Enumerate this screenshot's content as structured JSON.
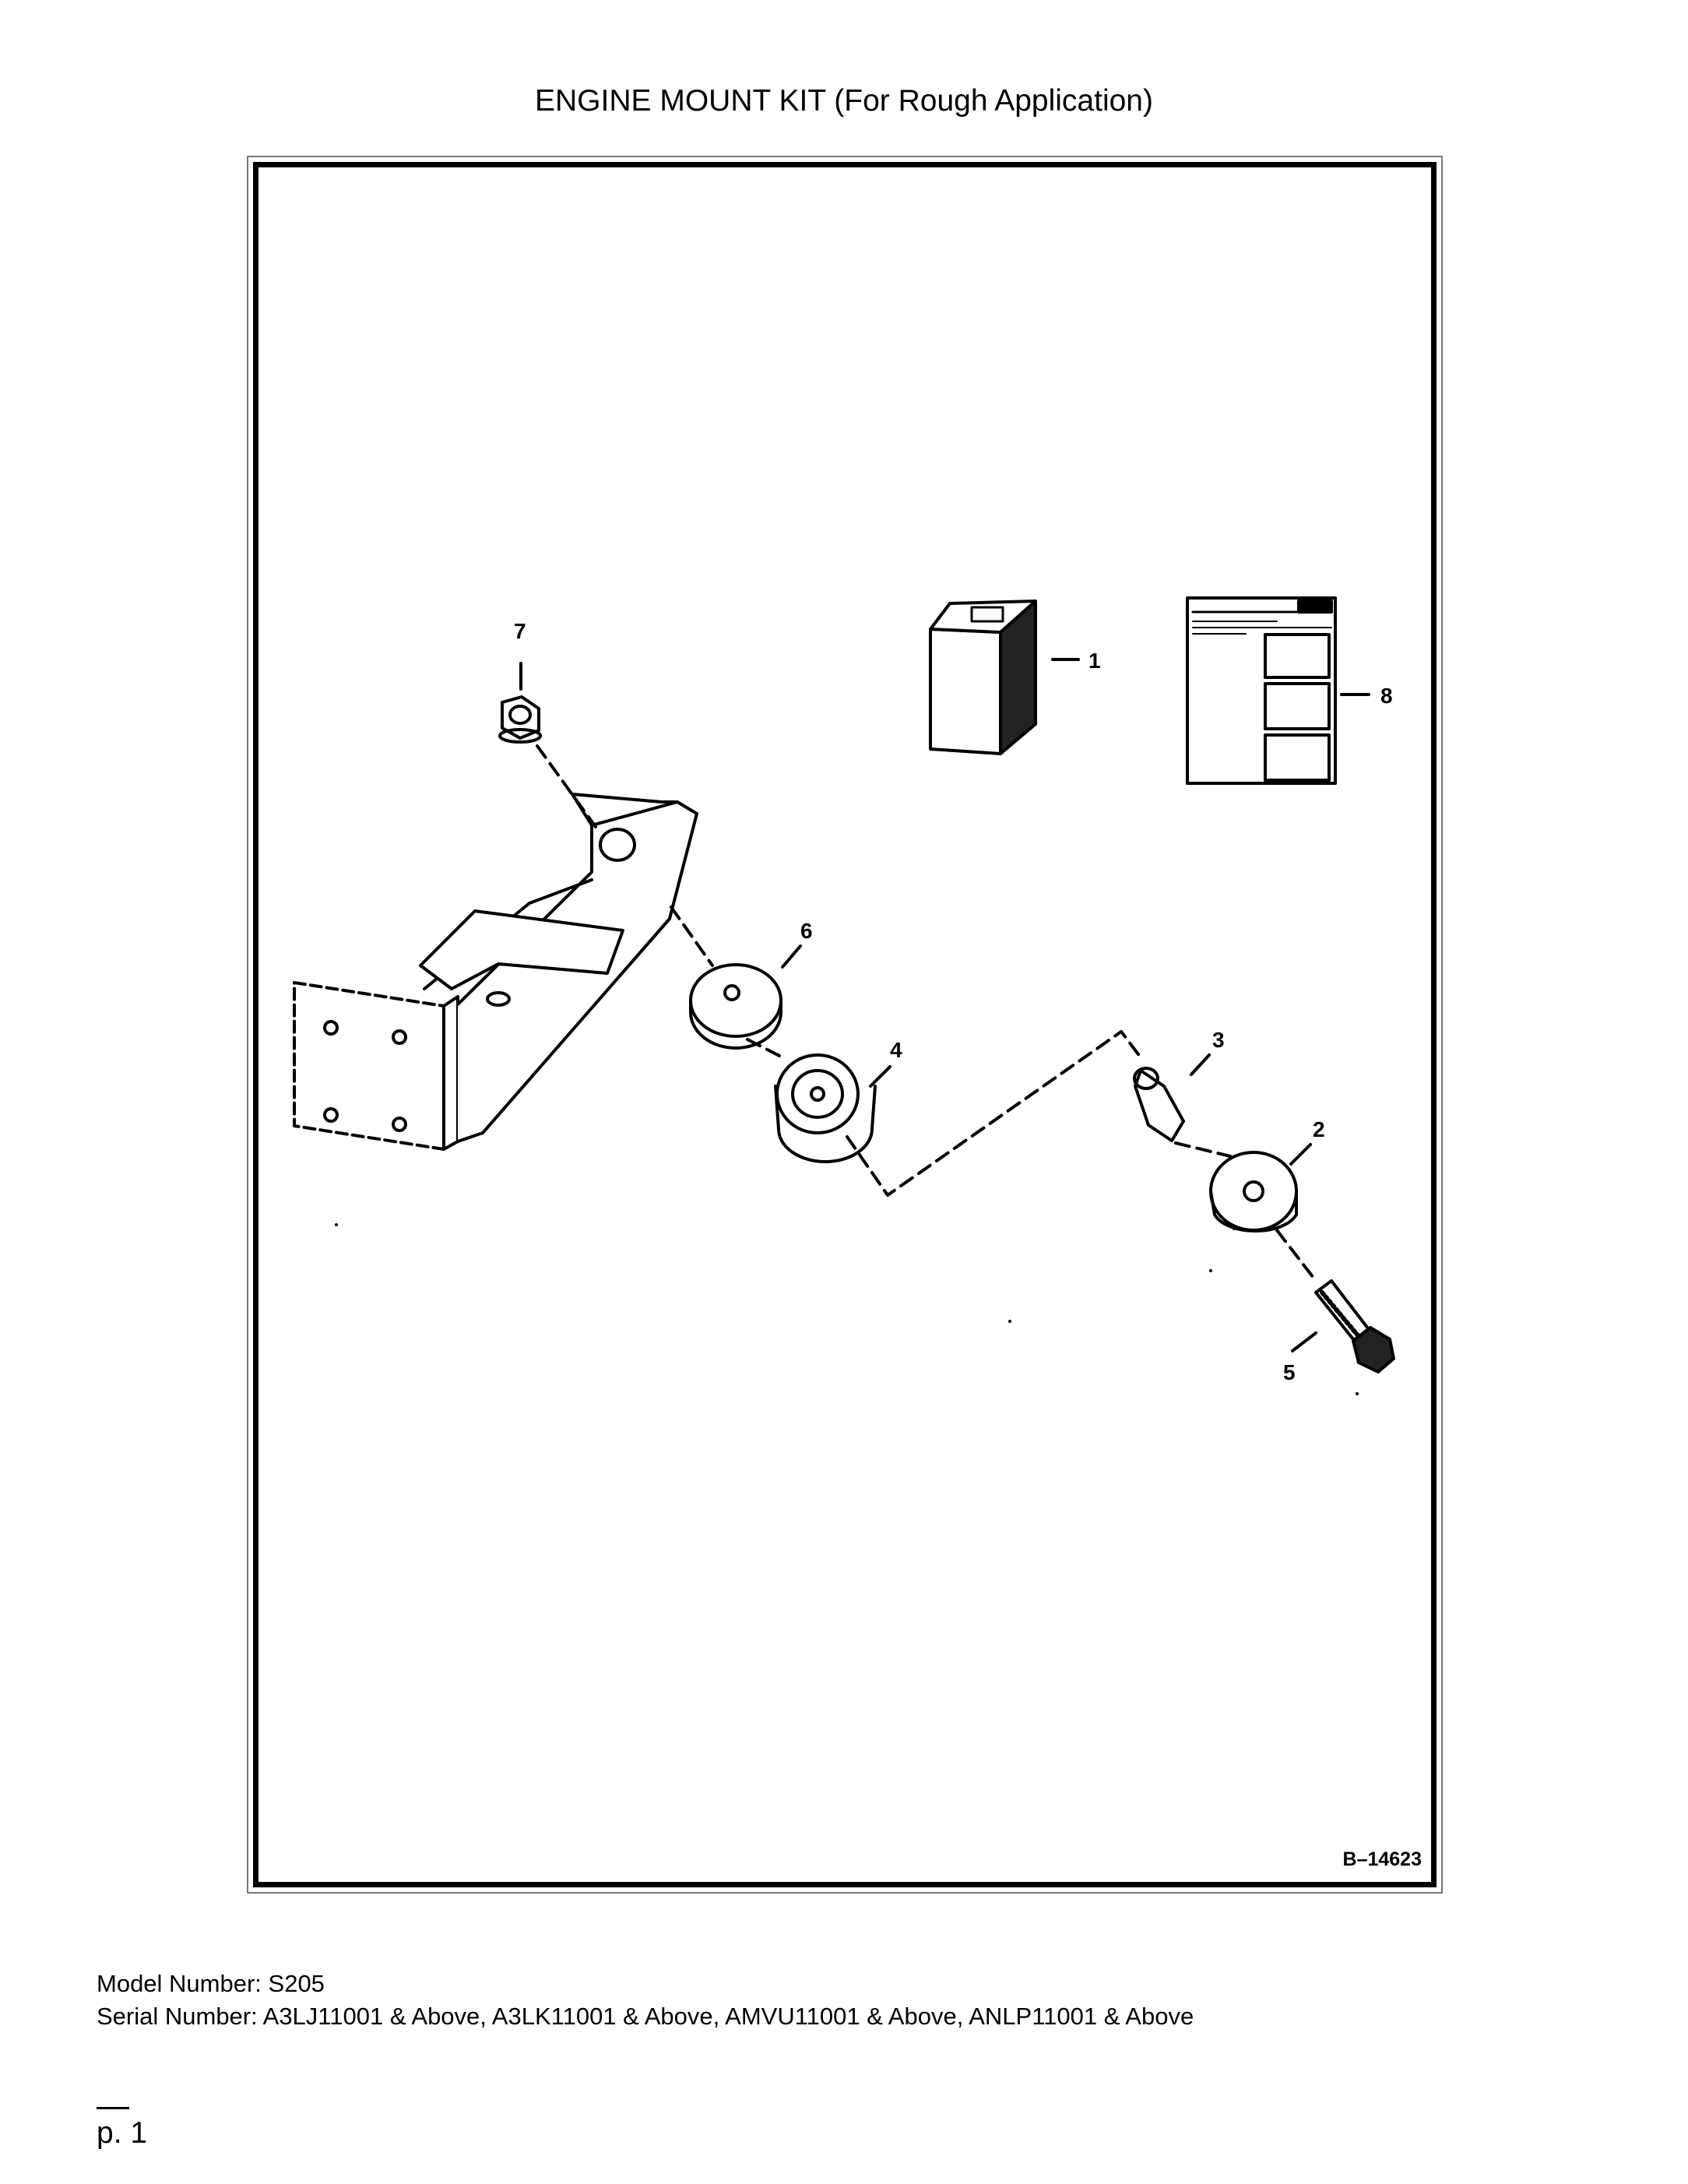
{
  "title": "ENGINE MOUNT KIT (For Rough Application)",
  "figure": {
    "figure_number": "B–14623",
    "callouts": [
      "1",
      "2",
      "3",
      "4",
      "5",
      "6",
      "7",
      "8"
    ]
  },
  "model_line": "Model Number: S205",
  "serial_line": "Serial Number: A3LJ11001 & Above, A3LK11001 & Above, AMVU11001 & Above, ANLP11001 & Above",
  "page_label": "p. 1"
}
